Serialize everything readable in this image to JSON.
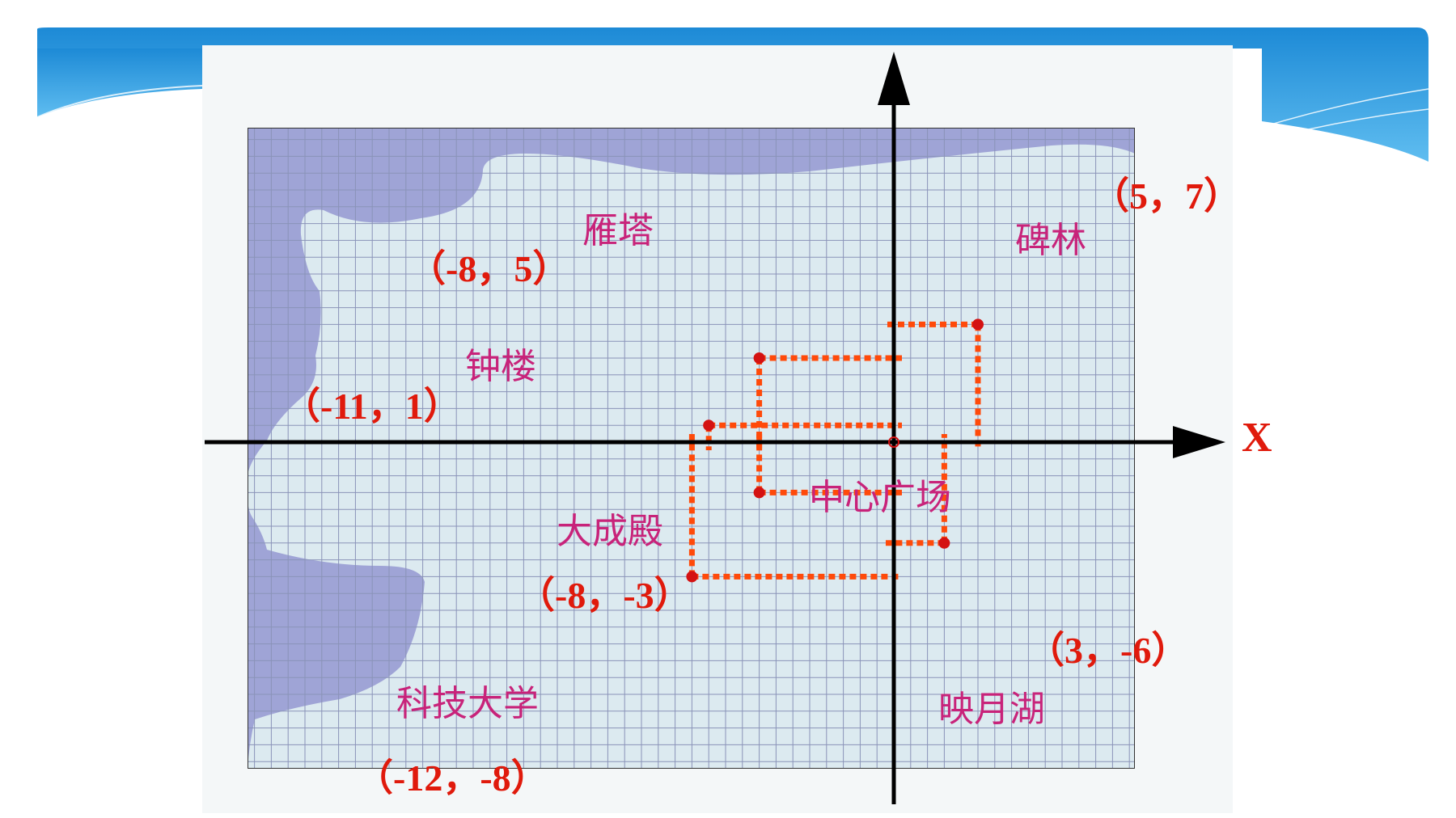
{
  "axes": {
    "x_label": "X"
  },
  "locations": [
    {
      "id": "beilin",
      "name": "碑林",
      "coord_label": "（5，7）",
      "x": 5,
      "y": 7
    },
    {
      "id": "yanta",
      "name": "雁塔",
      "coord_label": "（-8，5）",
      "x": -8,
      "y": 5
    },
    {
      "id": "zhonglou",
      "name": "钟楼",
      "coord_label": "（-11，1）",
      "x": -11,
      "y": 1
    },
    {
      "id": "zhongxin",
      "name": "中心广场",
      "coord_label": "",
      "x": 0,
      "y": 0
    },
    {
      "id": "dachengdian",
      "name": "大成殿",
      "coord_label": "（-8，-3）",
      "x": -8,
      "y": -3
    },
    {
      "id": "yingyuehu",
      "name": "映月湖",
      "coord_label": "（3，-6）",
      "x": 3,
      "y": -6
    },
    {
      "id": "kejidaxue",
      "name": "科技大学",
      "coord_label": "（-12，-8）",
      "x": -12,
      "y": -8
    }
  ],
  "colors": {
    "header_blue": "#1f8fd8",
    "water": "#9fa4d6",
    "land": "#dceaf0",
    "grid": "#8a93b8",
    "axis": "#000000",
    "route": "#ff4a0a",
    "point": "#d41212",
    "place_text": "#c8237a",
    "coord_text": "#e01a0c"
  }
}
